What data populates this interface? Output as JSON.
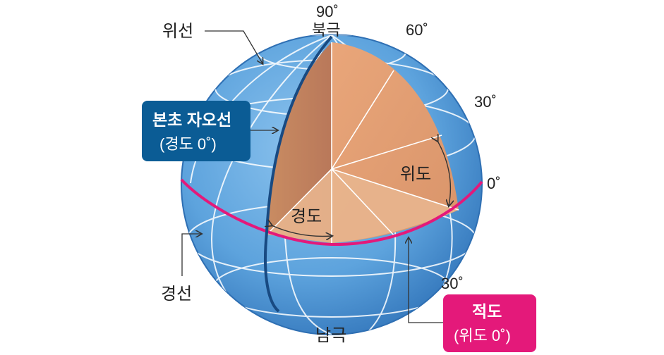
{
  "labels": {
    "north_pole": "북극",
    "south_pole": "남극",
    "parallel": "위선",
    "meridian": "경선",
    "latitude": "위도",
    "longitude": "경도",
    "deg_90": "90˚",
    "deg_60": "60˚",
    "deg_30_n": "30˚",
    "deg_0": "0˚",
    "deg_30_s": "30˚"
  },
  "prime_meridian_badge": {
    "title": "본초 자오선",
    "subtitle": "(경도 0˚)",
    "color": "#0b5c95"
  },
  "equator_badge": {
    "title": "적도",
    "subtitle": "(위도 0˚)",
    "color": "#e4197a"
  },
  "colors": {
    "globe": "#5da3dd",
    "globe_dark": "#3a7fc4",
    "cutaway": "#dc9a6c",
    "equator": "#e4197a",
    "prime_meridian": "#184a82"
  }
}
